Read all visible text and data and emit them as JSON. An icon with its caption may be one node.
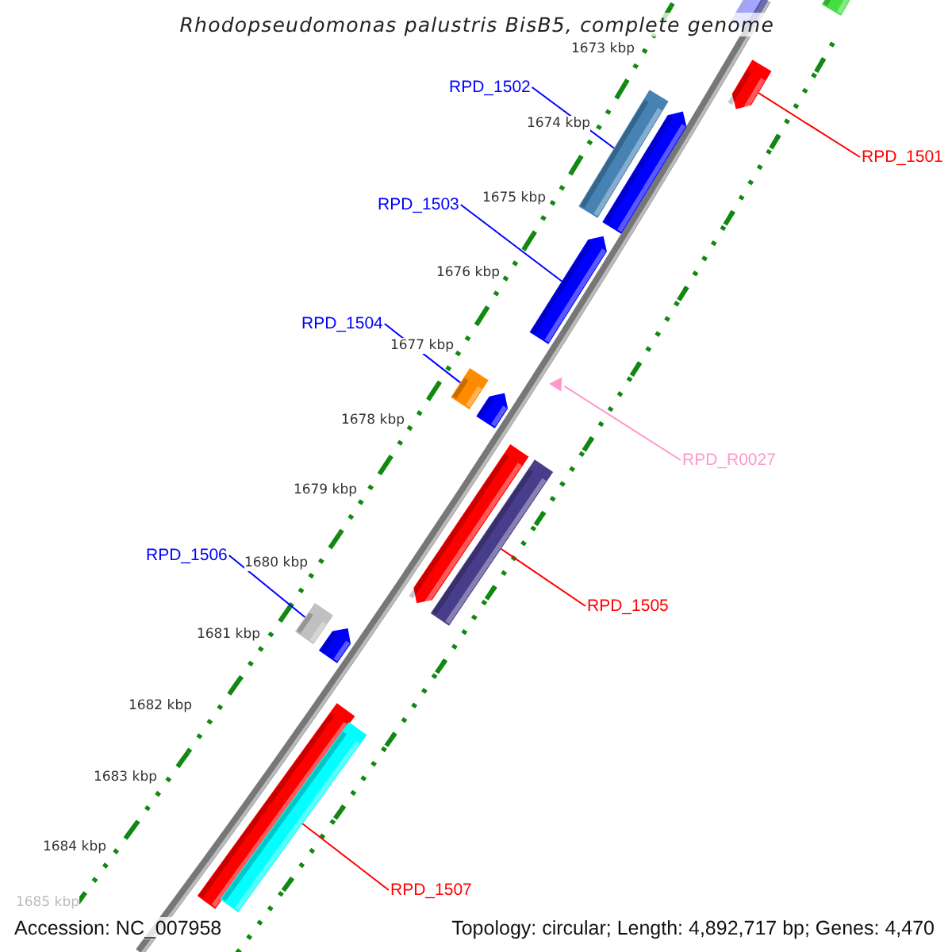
{
  "diagram": {
    "title": "Rhodopseudomonas palustris BisB5, complete genome",
    "nodes": [
      {
        "text": [
          "RPD_1502"
        ]
      },
      {
        "text": [
          "RPD_1501"
        ]
      },
      {
        "text": [
          "RPD_1503"
        ]
      },
      {
        "text": [
          "RPD_1504"
        ]
      },
      {
        "text": [
          "RPD_R0027"
        ]
      },
      {
        "text": [
          "RPD_1506"
        ]
      },
      {
        "text": [
          "RPD_1505"
        ]
      },
      {
        "text": [
          "RPD_1507"
        ]
      },
      {
        "text": [],
        "shape": "bar"
      },
      {
        "text": [],
        "shape": "bar"
      },
      {
        "text": [],
        "shape": "bar"
      },
      {
        "text": [],
        "shape": "bar"
      },
      {
        "text": [],
        "shape": "bar"
      },
      {
        "text": [],
        "shape": "bar"
      },
      {
        "text": [],
        "shape": "bar"
      },
      {
        "text": [],
        "shape": "bar"
      },
      {
        "text": [],
        "shape": "triangle"
      },
      {
        "text": [],
        "shape": "bar"
      },
      {
        "text": [],
        "shape": "bar"
      },
      {
        "text": [],
        "shape": "bar"
      },
      {
        "text": [],
        "shape": "bar"
      },
      {
        "text": [],
        "shape": "bar"
      },
      {
        "text": [],
        "shape": "bar"
      }
    ],
    "edges": [
      {
        "from": 0,
        "to": 11,
        "arrow": "none"
      },
      {
        "from": 1,
        "to": 10,
        "arrow": "none",
        "color": "#ff0000"
      },
      {
        "from": 2,
        "to": 13,
        "arrow": "none"
      },
      {
        "from": 3,
        "to": 14,
        "arrow": "none"
      },
      {
        "from": 4,
        "to": 16,
        "arrow": "none",
        "color": "#ff99cc"
      },
      {
        "from": 5,
        "to": 19,
        "arrow": "none"
      },
      {
        "from": 6,
        "to": 18,
        "arrow": "none",
        "color": "#ff0000"
      },
      {
        "from": 7,
        "to": 22,
        "arrow": "none",
        "color": "#ff0000"
      }
    ],
    "labels": [
      "1673 kbp",
      "1674 kbp",
      "1675 kbp",
      "1676 kbp",
      "1677 kbp",
      "1678 kbp",
      "1679 kbp",
      "1680 kbp",
      "1681 kbp",
      "1682 kbp",
      "1683 kbp",
      "1684 kbp",
      "1685 kbp",
      "Accession: NC_007958",
      "Topology: circular; Length: 4,892,717 bp; Genes: 4,470"
    ]
  }
}
